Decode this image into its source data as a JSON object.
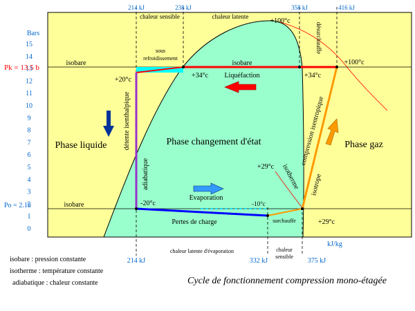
{
  "top_values": {
    "h214": "214 kJ",
    "h238": "238 kJ",
    "h358": "358 kJ",
    "h416": "416 kJ"
  },
  "bottom_values": {
    "h214": "214 kJ",
    "h332": "332 kJ",
    "h375": "375 kJ"
  },
  "axis": {
    "y_title": "Bars",
    "y_ticks": [
      "15",
      "14",
      "13",
      "12",
      "11",
      "10",
      "9",
      "8",
      "7",
      "6",
      "5",
      "4",
      "3",
      "2",
      "1",
      "0"
    ],
    "x_unit": "kJ/kg"
  },
  "pressures": {
    "pk": "Pk = 13.5 b",
    "po": "Po = 2.1b"
  },
  "top_zone_labels": {
    "sensible": "chaleur sensible",
    "latente": "chaleur latente",
    "desurchauffe": "désurchauffe"
  },
  "bottom_zone_labels": {
    "latente_evap": "chaleur latente d'évaporation",
    "sensible_line1": "chaleur",
    "sensible_line2": "sensible"
  },
  "phases": {
    "liquide": "Phase liquide",
    "changement": "Phase  changement d'état",
    "gaz": "Phase gaz"
  },
  "processes": {
    "isobare_top_left": "isobare",
    "isobare_top_mid": "isobare",
    "isobare_bottom": "isobare",
    "sous_refroid_line1": "sous",
    "sous_refroid_line2": "refroidissement",
    "liquefaction": "Liquéfaction",
    "evaporation": "Evaporation",
    "pertes": "Pertes de charge",
    "surchauffe": "surchauffe",
    "detente": "détente isenthalpique",
    "adiabatique": "adiabatique",
    "compression": "compression isentropique",
    "isotherme": "isotherme",
    "isotrope": "isotrope"
  },
  "temperatures": {
    "t100_top": "+100°c",
    "t100_right": "+100°c",
    "t20": "+20°c",
    "t34_left": "+34°c",
    "t34_right": "+34°c",
    "t29_left": "+29°c",
    "t29_right": "+29°c",
    "tm20": "-20°c",
    "tm10": "-10°c"
  },
  "legend": [
    "isobare : pression constante",
    "isotherme : température constante",
    "adiabatique : chaleur constante"
  ],
  "caption": "Cycle de fonctionnement compression mono-étagée",
  "colors": {
    "background": "#ffff99",
    "dome": "#99ffcc",
    "subcool": "#00ffff",
    "condensation": "#ff0000",
    "evaporation": "#0000ff",
    "expansion": "#9933cc",
    "compression": "#ff9900",
    "axis_labels": "#0066cc"
  }
}
